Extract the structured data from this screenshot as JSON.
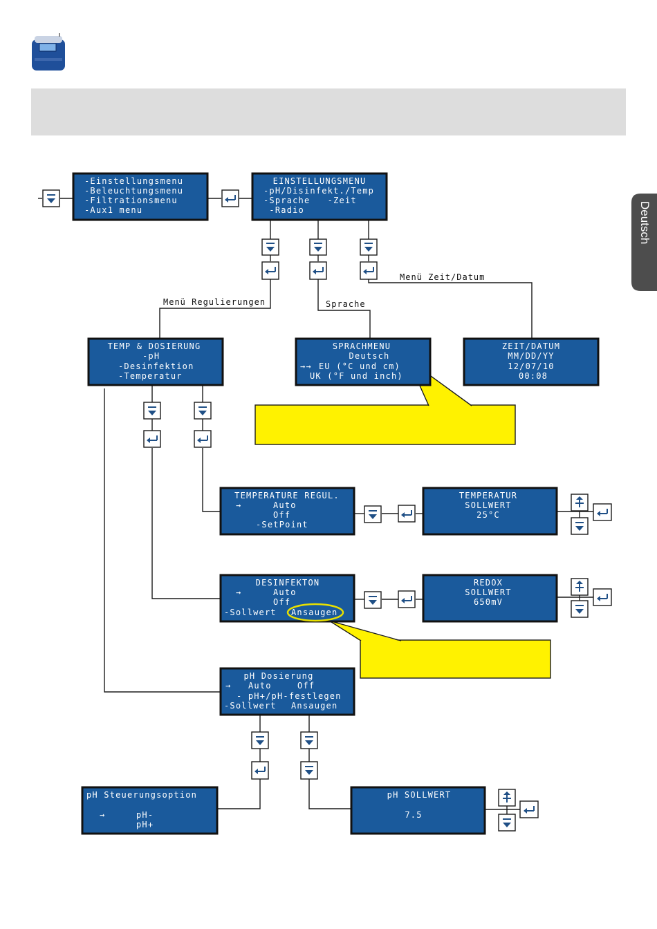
{
  "side_tab": {
    "label": "Deutsch"
  },
  "displays": {
    "main_menu": [
      "-Einstellungsmenu",
      "-Beleuchtungsmenu",
      "-Filtrationsmenu",
      "-Aux1 menu"
    ],
    "settings_menu": [
      "EINSTELLUNGSMENU",
      "-pH/Disinfekt./Temp",
      "-Sprache   -Zeit",
      " -Radio"
    ],
    "temp_dosing": [
      "TEMP & DOSIERUNG",
      "-pH",
      "-Desinfektion",
      "-Temperatur"
    ],
    "language_menu": [
      "SPRACHMENU",
      "Deutsch",
      "EU (°C und cm)",
      "UK (°F und inch)"
    ],
    "time_date": [
      "ZEIT/DATUM",
      "MM/DD/YY",
      "12/07/10",
      "00:08"
    ],
    "temp_regul": [
      "TEMPERATURE REGUL.",
      "Auto",
      "Off",
      "-SetPoint"
    ],
    "temp_setpoint": [
      "TEMPERATUR",
      "SOLLWERT",
      "25°C"
    ],
    "disinfection": [
      "DESINFEKTON",
      "Auto",
      "Off",
      "-Sollwert",
      "Ansaugen"
    ],
    "redox_setpoint": [
      "REDOX",
      "SOLLWERT",
      "650mV"
    ],
    "ph_dosing": [
      "pH Dosierung",
      "Auto",
      "Off",
      "- pH+/pH-festlegen",
      "-Sollwert",
      "Ansaugen"
    ],
    "ph_control": [
      "pH Steuerungsoption",
      "pH-",
      "pH+"
    ],
    "ph_setpoint": [
      "pH SOLLWERT",
      "7.5"
    ]
  },
  "wire_labels": {
    "regulation": "Menü Regulierungen",
    "language": "Sprache",
    "time": "Menü Zeit/Datum"
  },
  "glyphs": {
    "arrow": "→",
    "double_arrow": "→→"
  },
  "colors": {
    "lcd": "#1a5a9c",
    "callout": "#fff200",
    "tab": "#4d4d4d"
  }
}
